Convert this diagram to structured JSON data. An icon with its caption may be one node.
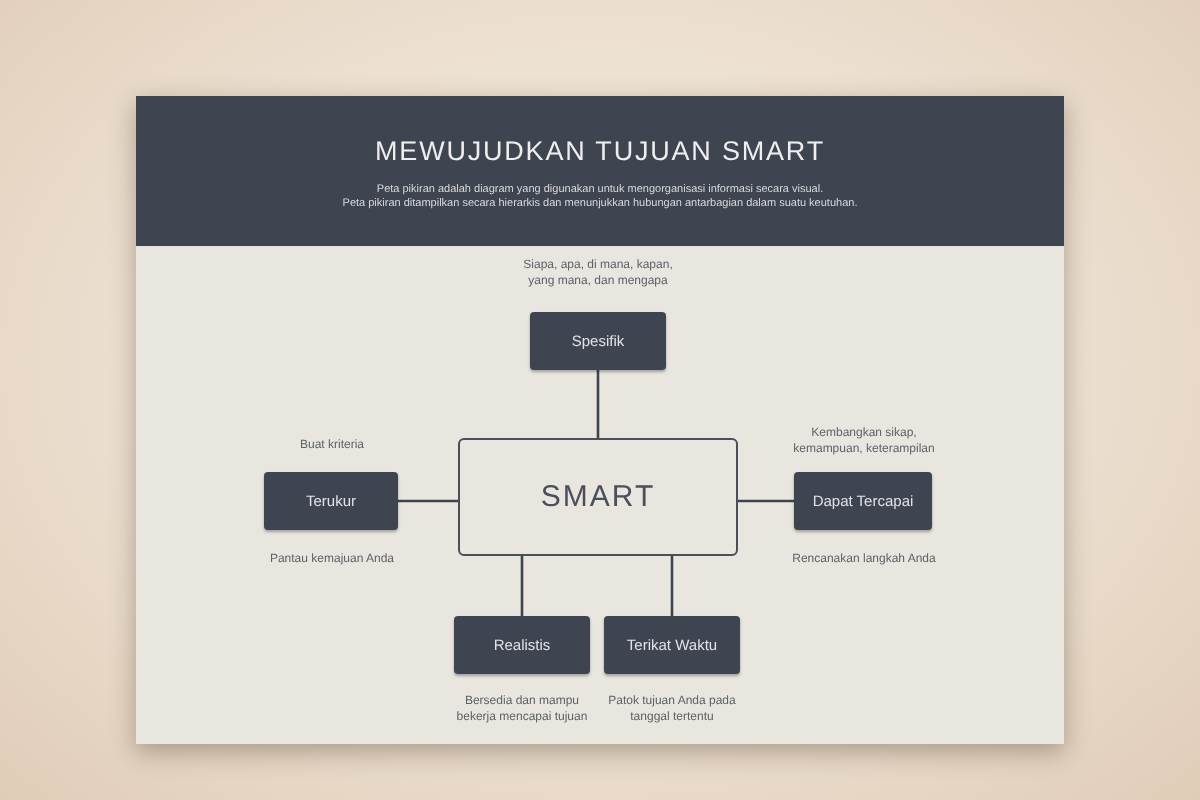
{
  "diagram": {
    "title": "MEWUJUDKAN TUJUAN SMART",
    "nodes": [
      {
        "text": [
          "SMART"
        ]
      },
      {
        "text": [
          "Spesifik"
        ],
        "beside": [
          "Siapa, apa, di mana, kapan, yang mana, dan mengapa"
        ]
      },
      {
        "text": [
          "Terukur"
        ],
        "beside": [
          "Buat kriteria",
          "Pantau kemajuan Anda"
        ]
      },
      {
        "text": [
          "Dapat Tercapai"
        ],
        "beside": [
          "Kembangkan sikap, kemampuan, keterampilan",
          "Rencanakan langkah Anda"
        ]
      },
      {
        "text": [
          "Realistis"
        ],
        "beside": [
          "Bersedia dan mampu bekerja mencapai tujuan"
        ]
      },
      {
        "text": [
          "Terikat Waktu"
        ],
        "beside": [
          "Patok tujuan Anda pada tanggal tertentu"
        ]
      }
    ],
    "edges": [
      {
        "from": 0,
        "to": 1,
        "arrow": "none"
      },
      {
        "from": 0,
        "to": 2,
        "arrow": "none"
      },
      {
        "from": 0,
        "to": 3,
        "arrow": "none"
      },
      {
        "from": 0,
        "to": 4,
        "arrow": "none"
      },
      {
        "from": 0,
        "to": 5,
        "arrow": "none"
      }
    ],
    "labels": [
      "Peta pikiran adalah diagram yang digunakan untuk mengorganisasi informasi secara visual.",
      "Peta pikiran ditampilkan secara hierarkis dan menunjukkan hubungan antarbagian dalam suatu keutuhan."
    ]
  }
}
